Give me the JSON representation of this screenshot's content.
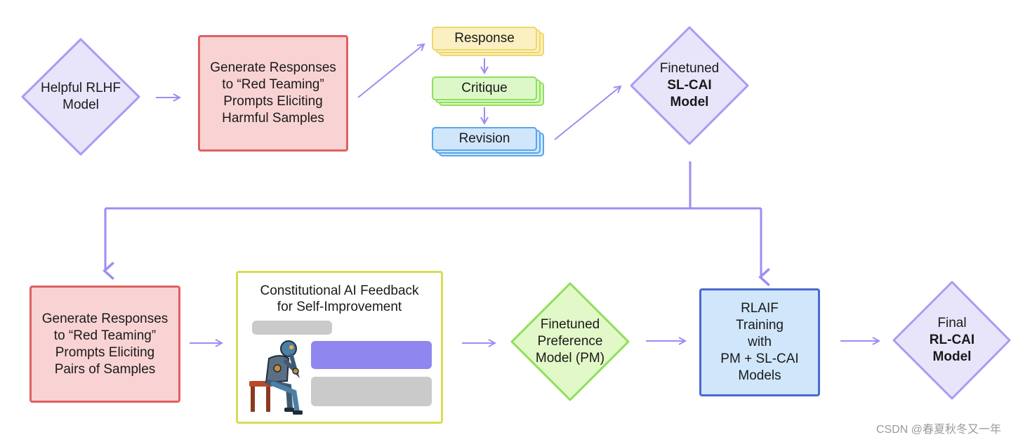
{
  "colors": {
    "arrow": "#9b8ef2",
    "diamond_purple_fill": "#e8e5fb",
    "diamond_purple_stroke": "#a99bf3",
    "diamond_green_fill": "#e3f8c9",
    "diamond_green_stroke": "#8ee05a",
    "red_fill": "#f9d3d4",
    "red_stroke": "#e06060",
    "blue_fill": "#cfe6fb",
    "blue_stroke": "#4a6ad0",
    "panel_stroke": "#d8dc55",
    "response_fill": "#fbf0c2",
    "response_stroke": "#efd86a",
    "critique_fill": "#dcf8c9",
    "critique_stroke": "#8ee05a",
    "revision_fill": "#cfe6fb",
    "revision_stroke": "#5aa6ea",
    "bubble_gray": "#cacaca",
    "bubble_purple": "#8f86f0"
  },
  "nodes": {
    "helpful_rlhf": {
      "lines": [
        "Helpful RLHF",
        "Model"
      ]
    },
    "generate_harmful": {
      "lines": [
        "Generate Responses",
        "to “Red Teaming”",
        "Prompts Eliciting",
        "Harmful Samples"
      ]
    },
    "response": {
      "label": "Response"
    },
    "critique": {
      "label": "Critique"
    },
    "revision": {
      "label": "Revision"
    },
    "finetuned_sl_cai": {
      "line1": "Finetuned",
      "line2": "SL-CAI",
      "line3": "Model"
    },
    "generate_pairs": {
      "lines": [
        "Generate Responses",
        "to “Red Teaming”",
        "Prompts Eliciting",
        "Pairs of Samples"
      ]
    },
    "cai_feedback": {
      "title_line1": "Constitutional AI Feedback",
      "title_line2": "for Self-Improvement",
      "illustration": "robot-thinker-illustration"
    },
    "finetuned_pm": {
      "lines": [
        "Finetuned",
        "Preference",
        "Model (PM)"
      ]
    },
    "rlaif": {
      "lines": [
        "RLAIF",
        "Training",
        "with",
        "PM + SL-CAI",
        "Models"
      ]
    },
    "final_rl_cai": {
      "line1": "Final",
      "line2": "RL-CAI",
      "line3": "Model"
    }
  },
  "watermark": "CSDN @春夏秋冬又一年"
}
